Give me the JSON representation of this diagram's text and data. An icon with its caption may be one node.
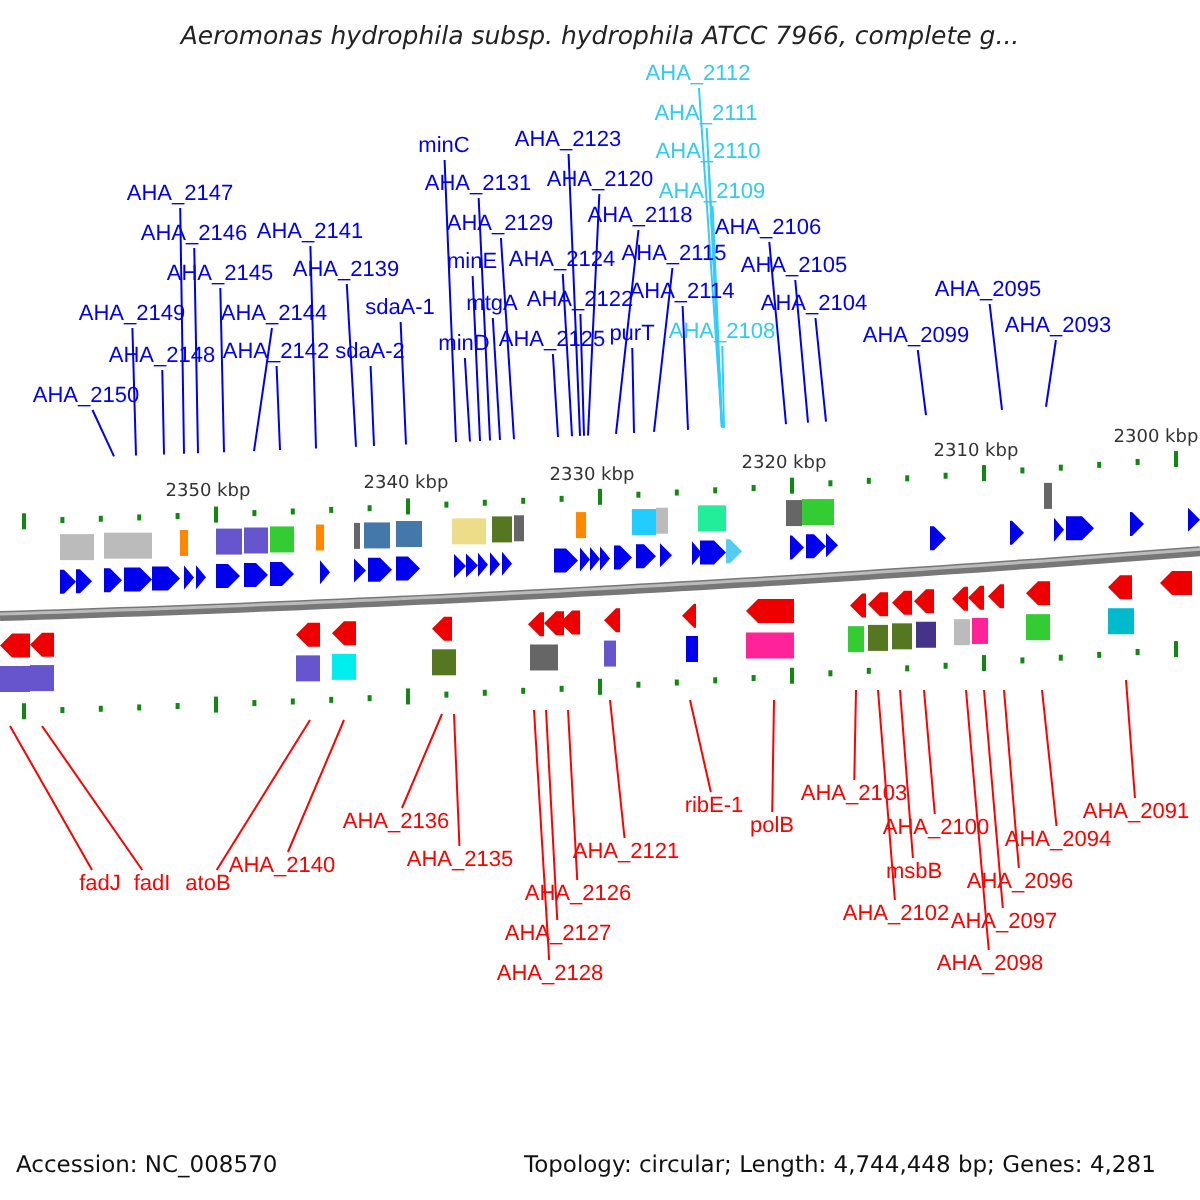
{
  "diagram": {
    "title": "Aeromonas hydrophila subsp. hydrophila ATCC 7966, complete g...",
    "nodes": [
      {
        "text": [
          "AHA_2112"
        ]
      },
      {
        "text": [
          "AHA_2111"
        ]
      },
      {
        "text": [
          "AHA_2110"
        ]
      },
      {
        "text": [
          "minC"
        ]
      },
      {
        "text": [
          "AHA_2123"
        ]
      },
      {
        "text": [
          "AHA_2120"
        ]
      },
      {
        "text": [
          "AHA_2147"
        ]
      },
      {
        "text": [
          "AHA_2131"
        ]
      },
      {
        "text": [
          "AHA_2109"
        ]
      },
      {
        "text": [
          "AHA_2118"
        ]
      },
      {
        "text": [
          "AHA_2146"
        ]
      },
      {
        "text": [
          "AHA_2141"
        ]
      },
      {
        "text": [
          "AHA_2129"
        ]
      },
      {
        "text": [
          "AHA_2106"
        ]
      },
      {
        "text": [
          "AHA_2145"
        ]
      },
      {
        "text": [
          "AHA_2139"
        ]
      },
      {
        "text": [
          "minE"
        ]
      },
      {
        "text": [
          "AHA_2124"
        ]
      },
      {
        "text": [
          "AHA_2115"
        ]
      },
      {
        "text": [
          "AHA_2105"
        ]
      },
      {
        "text": [
          "AHA_2149"
        ]
      },
      {
        "text": [
          "AHA_2144"
        ]
      },
      {
        "text": [
          "sdaA-1"
        ]
      },
      {
        "text": [
          "mtgA"
        ]
      },
      {
        "text": [
          "AHA_2122"
        ]
      },
      {
        "text": [
          "AHA_2114"
        ]
      },
      {
        "text": [
          "AHA_2104"
        ]
      },
      {
        "text": [
          "AHA_2095"
        ]
      },
      {
        "text": [
          "AHA_2093"
        ]
      },
      {
        "text": [
          "AHA_2148"
        ]
      },
      {
        "text": [
          "AHA_2142"
        ]
      },
      {
        "text": [
          "sdaA-2"
        ]
      },
      {
        "text": [
          "minD"
        ]
      },
      {
        "text": [
          "AHA_2125"
        ]
      },
      {
        "text": [
          "purT"
        ]
      },
      {
        "text": [
          "AHA_2108"
        ]
      },
      {
        "text": [
          "AHA_2099"
        ]
      },
      {
        "text": [
          "AHA_2150"
        ]
      },
      {
        "text": [
          "AHA_2103"
        ]
      },
      {
        "text": [
          "ribE-1"
        ]
      },
      {
        "text": [
          "AHA_2091"
        ]
      },
      {
        "text": [
          "AHA_2136"
        ]
      },
      {
        "text": [
          "polB"
        ]
      },
      {
        "text": [
          "AHA_2100"
        ]
      },
      {
        "text": [
          "AHA_2094"
        ]
      },
      {
        "text": [
          "AHA_2121"
        ]
      },
      {
        "text": [
          "AHA_2135"
        ]
      },
      {
        "text": [
          "AHA_2140"
        ]
      },
      {
        "text": [
          "msbB"
        ]
      },
      {
        "text": [
          "AHA_2096"
        ]
      },
      {
        "text": [
          "fadJ"
        ]
      },
      {
        "text": [
          "fadI"
        ]
      },
      {
        "text": [
          "atoB"
        ]
      },
      {
        "text": [
          "AHA_2126"
        ]
      },
      {
        "text": [
          "AHA_2102"
        ]
      },
      {
        "text": [
          "AHA_2097"
        ]
      },
      {
        "text": [
          "AHA_2127"
        ]
      },
      {
        "text": [
          "AHA_2098"
        ]
      },
      {
        "text": [
          "AHA_2128"
        ]
      }
    ],
    "edges": [
      {
        "from": 0,
        "to": null,
        "arrow": "none",
        "color": "#33ccff"
      },
      {
        "from": 1,
        "to": null,
        "arrow": "none",
        "color": "#33ccff"
      },
      {
        "from": 2,
        "to": null,
        "arrow": "none",
        "color": "#33ccff"
      },
      {
        "from": 3,
        "to": null,
        "arrow": "none"
      },
      {
        "from": 4,
        "to": null,
        "arrow": "none"
      },
      {
        "from": 5,
        "to": null,
        "arrow": "none"
      },
      {
        "from": 6,
        "to": null,
        "arrow": "none"
      },
      {
        "from": 7,
        "to": null,
        "arrow": "none"
      },
      {
        "from": 8,
        "to": null,
        "arrow": "none",
        "color": "#33ccff"
      },
      {
        "from": 9,
        "to": null,
        "arrow": "none"
      },
      {
        "from": 10,
        "to": null,
        "arrow": "none"
      },
      {
        "from": 11,
        "to": null,
        "arrow": "none"
      },
      {
        "from": 12,
        "to": null,
        "arrow": "none"
      },
      {
        "from": 13,
        "to": null,
        "arrow": "none"
      },
      {
        "from": 14,
        "to": null,
        "arrow": "none"
      },
      {
        "from": 15,
        "to": null,
        "arrow": "none"
      },
      {
        "from": 16,
        "to": null,
        "arrow": "none"
      },
      {
        "from": 17,
        "to": null,
        "arrow": "none"
      },
      {
        "from": 18,
        "to": null,
        "arrow": "none"
      },
      {
        "from": 19,
        "to": null,
        "arrow": "none"
      },
      {
        "from": 20,
        "to": null,
        "arrow": "none"
      },
      {
        "from": 21,
        "to": null,
        "arrow": "none"
      },
      {
        "from": 22,
        "to": null,
        "arrow": "none"
      },
      {
        "from": 23,
        "to": null,
        "arrow": "none"
      },
      {
        "from": 24,
        "to": null,
        "arrow": "none"
      },
      {
        "from": 25,
        "to": null,
        "arrow": "none"
      },
      {
        "from": 26,
        "to": null,
        "arrow": "none"
      },
      {
        "from": 27,
        "to": null,
        "arrow": "none"
      },
      {
        "from": 28,
        "to": null,
        "arrow": "none"
      },
      {
        "from": 29,
        "to": null,
        "arrow": "none"
      },
      {
        "from": 30,
        "to": null,
        "arrow": "none"
      },
      {
        "from": 31,
        "to": null,
        "arrow": "none"
      },
      {
        "from": 32,
        "to": null,
        "arrow": "none"
      },
      {
        "from": 33,
        "to": null,
        "arrow": "none"
      },
      {
        "from": 34,
        "to": null,
        "arrow": "none"
      },
      {
        "from": 35,
        "to": null,
        "arrow": "none",
        "color": "#33ccff"
      },
      {
        "from": 36,
        "to": null,
        "arrow": "none"
      },
      {
        "from": 37,
        "to": null,
        "arrow": "none"
      },
      {
        "from": 38,
        "to": null,
        "arrow": "none",
        "color": "#ff0000"
      },
      {
        "from": 39,
        "to": null,
        "arrow": "none",
        "color": "#ff0000"
      },
      {
        "from": 40,
        "to": null,
        "arrow": "none",
        "color": "#ff0000"
      },
      {
        "from": 41,
        "to": null,
        "arrow": "none",
        "color": "#ff0000"
      },
      {
        "from": 42,
        "to": null,
        "arrow": "none",
        "color": "#ff0000"
      },
      {
        "from": 43,
        "to": null,
        "arrow": "none",
        "color": "#ff0000"
      },
      {
        "from": 44,
        "to": null,
        "arrow": "none",
        "color": "#ff0000"
      },
      {
        "from": 45,
        "to": null,
        "arrow": "none",
        "color": "#ff0000"
      },
      {
        "from": 46,
        "to": null,
        "arrow": "none",
        "color": "#ff0000"
      },
      {
        "from": 47,
        "to": null,
        "arrow": "none",
        "color": "#ff0000"
      },
      {
        "from": 48,
        "to": null,
        "arrow": "none",
        "color": "#ff0000"
      },
      {
        "from": 49,
        "to": null,
        "arrow": "none",
        "color": "#ff0000"
      },
      {
        "from": 50,
        "to": null,
        "arrow": "none",
        "color": "#ff0000"
      },
      {
        "from": 51,
        "to": null,
        "arrow": "none",
        "color": "#ff0000"
      },
      {
        "from": 52,
        "to": null,
        "arrow": "none",
        "color": "#ff0000"
      },
      {
        "from": 53,
        "to": null,
        "arrow": "none",
        "color": "#ff0000"
      },
      {
        "from": 54,
        "to": null,
        "arrow": "none",
        "color": "#ff0000"
      },
      {
        "from": 55,
        "to": null,
        "arrow": "none",
        "color": "#ff0000"
      },
      {
        "from": 56,
        "to": null,
        "arrow": "none",
        "color": "#ff0000"
      },
      {
        "from": 57,
        "to": null,
        "arrow": "none",
        "color": "#ff0000"
      },
      {
        "from": 58,
        "to": null,
        "arrow": "none",
        "color": "#ff0000"
      }
    ],
    "labels": [
      "2300 kbp",
      "2310 kbp",
      "2320 kbp",
      "2330 kbp",
      "2340 kbp",
      "2350 kbp",
      "Accession: NC_008570",
      "Topology: circular; Length: 4,744,448 bp; Genes: 4,281"
    ]
  }
}
